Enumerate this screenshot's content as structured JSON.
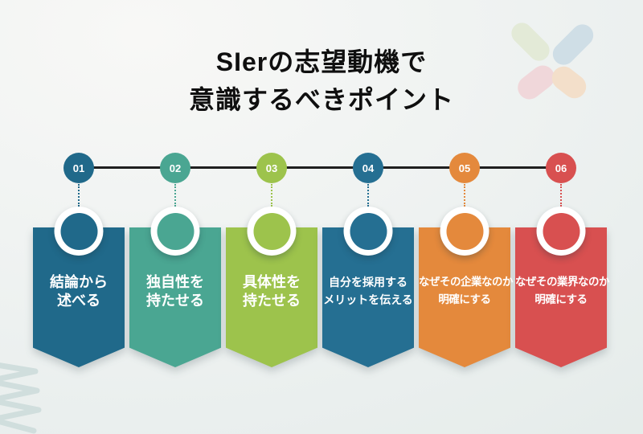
{
  "title": {
    "line1": "SIerの志望動機で",
    "line2": "意識するべきポイント"
  },
  "steps": [
    {
      "number": "01",
      "label_lines": [
        "結論から",
        "述べる"
      ],
      "color": "#20698a"
    },
    {
      "number": "02",
      "label_lines": [
        "独自性を",
        "持たせる"
      ],
      "color": "#4aa692"
    },
    {
      "number": "03",
      "label_lines": [
        "具体性を",
        "持たせる"
      ],
      "color": "#9dc34c"
    },
    {
      "number": "04",
      "label_lines": [
        "自分を採用する",
        "メリットを伝える"
      ],
      "color": "#256f92"
    },
    {
      "number": "05",
      "label_lines": [
        "なぜその企業なのか",
        "明確にする"
      ],
      "color": "#e4893c"
    },
    {
      "number": "06",
      "label_lines": [
        "なぜその業界なのか",
        "明確にする"
      ],
      "color": "#d85050"
    }
  ],
  "decorations": {
    "timeline_color": "#1f1f1f",
    "title_color": "#0f0f0f",
    "label_text_color": "#ffffff",
    "squiggle_color": "#d0dedd",
    "pills": [
      {
        "name": "pill-green",
        "color": "#e3ead7"
      },
      {
        "name": "pill-blue",
        "color": "#cfdee6"
      },
      {
        "name": "pill-pink",
        "color": "#f0d7da"
      },
      {
        "name": "pill-orange",
        "color": "#f3dfca"
      }
    ]
  }
}
